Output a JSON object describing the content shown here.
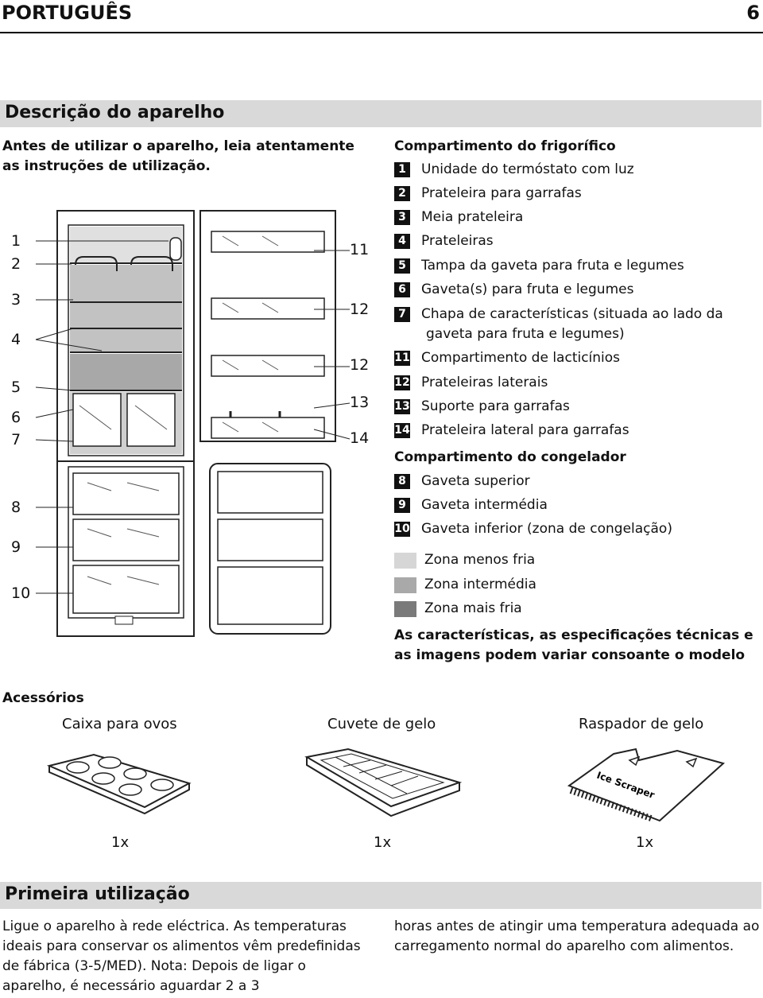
{
  "header": {
    "language": "PORTUGUÊS",
    "page_number": "6"
  },
  "description": {
    "title": "Descrição do aparelho",
    "intro": "Antes de utilizar o aparelho, leia atentamente as instruções de utilização."
  },
  "fridge_section": {
    "title": "Compartimento do frigorífico",
    "items": [
      {
        "num": "1",
        "label": "Unidade do termóstato com luz"
      },
      {
        "num": "2",
        "label": "Prateleira para garrafas"
      },
      {
        "num": "3",
        "label": "Meia prateleira"
      },
      {
        "num": "4",
        "label": "Prateleiras"
      },
      {
        "num": "5",
        "label": "Tampa da gaveta para fruta e legumes"
      },
      {
        "num": "6",
        "label": "Gaveta(s) para fruta e legumes"
      },
      {
        "num": "7",
        "label": "Chapa de características (situada ao lado da",
        "label2": "gaveta para fruta e legumes)"
      },
      {
        "num": "11",
        "label": "Compartimento de lacticínios"
      },
      {
        "num": "12",
        "label": "Prateleiras laterais"
      },
      {
        "num": "13",
        "label": "Suporte para garrafas"
      },
      {
        "num": "14",
        "label": "Prateleira lateral para garrafas"
      }
    ]
  },
  "freezer_section": {
    "title": "Compartimento do congelador",
    "items": [
      {
        "num": "8",
        "label": "Gaveta superior"
      },
      {
        "num": "9",
        "label": "Gaveta intermédia"
      },
      {
        "num": "10",
        "label": "Gaveta inferior (zona de congelação)"
      }
    ]
  },
  "zones": [
    {
      "label": "Zona menos fria",
      "color": "#d6d6d6"
    },
    {
      "label": "Zona intermédia",
      "color": "#a9a9a9"
    },
    {
      "label": "Zona mais fria",
      "color": "#7a7a7a"
    }
  ],
  "disclaimer": "As características, as especificações técnicas e as imagens podem variar consoante o modelo",
  "figure_callouts": {
    "left": [
      "1",
      "2",
      "3",
      "4",
      "5",
      "6",
      "7",
      "8",
      "9",
      "10"
    ],
    "right": [
      "11",
      "12",
      "12",
      "13",
      "14"
    ]
  },
  "accessories": {
    "title": "Acessórios",
    "items": [
      {
        "name": "Caixa para ovos",
        "qty": "1x"
      },
      {
        "name": "Cuvete de gelo",
        "qty": "1x"
      },
      {
        "name": "Raspador de gelo",
        "qty": "1x",
        "embossed_text": "Ice Scraper"
      }
    ]
  },
  "first_use": {
    "title": "Primeira utilização",
    "col1": "Ligue o aparelho à rede eléctrica. As temperaturas ideais para conservar os alimentos vêm predefinidas de fábrica (3-5/MED). Nota: Depois de ligar o aparelho, é necessário aguardar 2 a 3",
    "col2": "horas antes de atingir uma temperatura adequada ao carregamento normal do aparelho com alimentos."
  }
}
